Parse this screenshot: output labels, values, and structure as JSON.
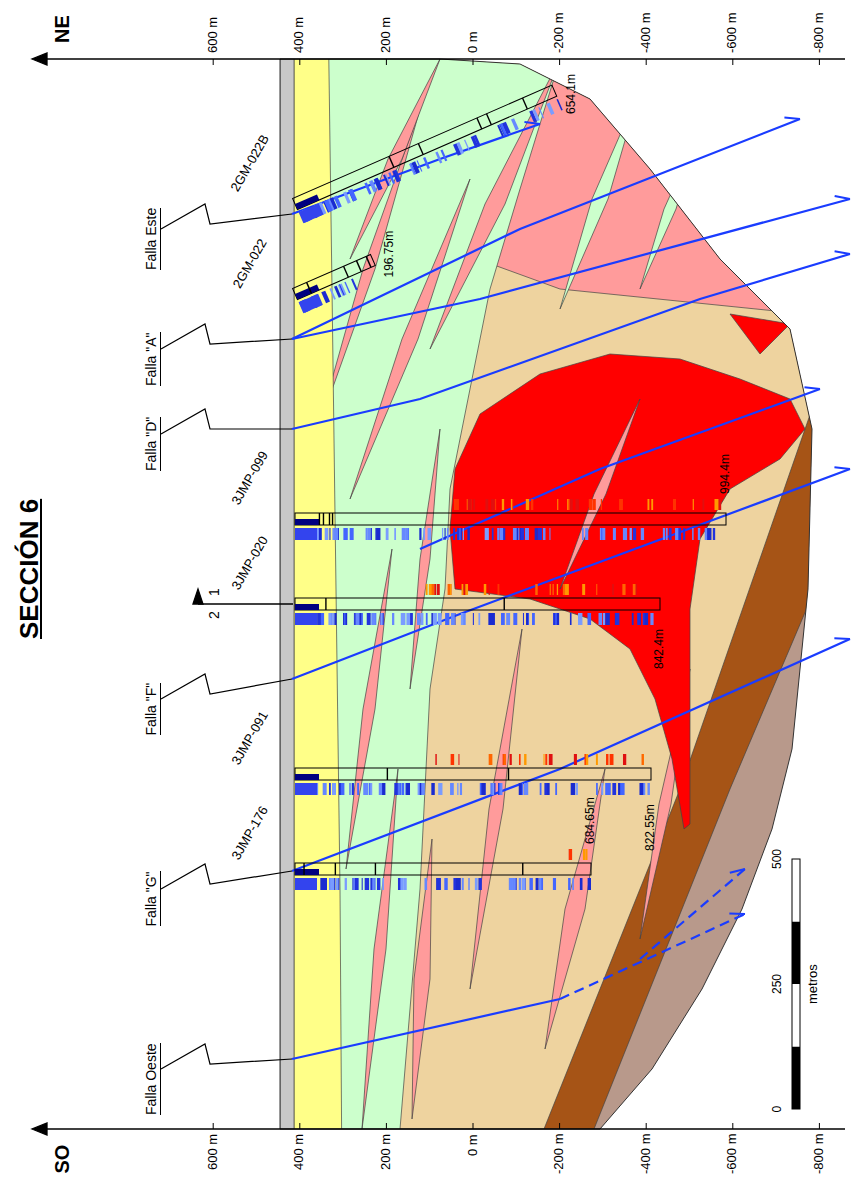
{
  "diagram": {
    "title": "SECCIÓN 6",
    "labels": [
      "SO",
      "NE",
      "600 m",
      "400 m",
      "200 m",
      "0 m",
      "-200 m",
      "-400 m",
      "-600 m",
      "-800 m",
      "600 m",
      "400 m",
      "200 m",
      "0 m",
      "-200 m",
      "-400 m",
      "-600 m",
      "-800 m",
      "Falla Oeste",
      "Falla \"G\"",
      "Falla \"F\"",
      "Falla \"D\"",
      "Falla \"A\"",
      "Falla Este",
      "3JMP-176",
      "684.65m",
      "3JMP-091",
      "822.55m",
      "3JMP-020",
      "842.4m",
      "3JMP-099",
      "994.4m",
      "2GM-022",
      "196.75m",
      "2GM-022B",
      "654.1m",
      "2",
      "1",
      "0",
      "250",
      "500",
      "metros"
    ]
  }
}
